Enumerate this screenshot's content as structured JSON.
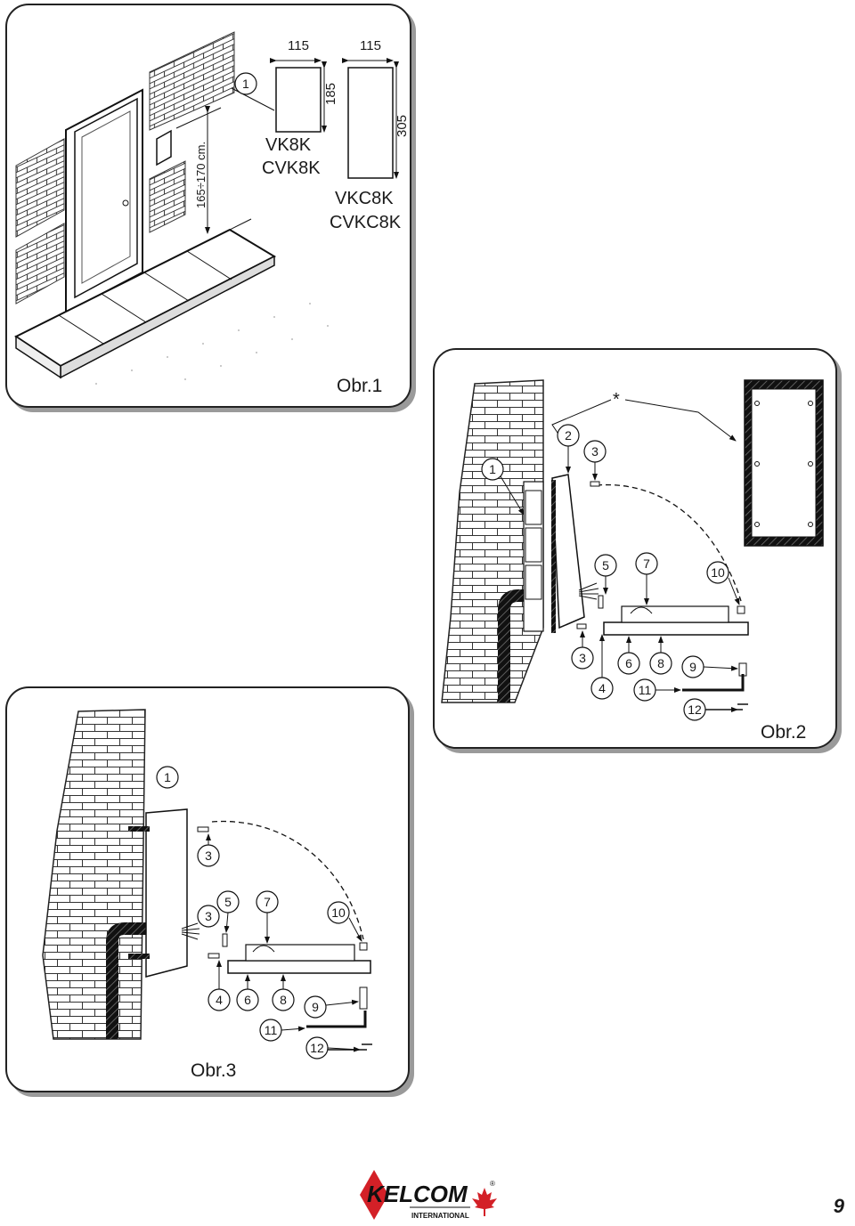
{
  "figure1": {
    "caption": "Obr.1",
    "callout": "1",
    "width_small": "115",
    "width_large": "115",
    "height_small": "185",
    "height_large": "305",
    "mount_height": "165÷170 cm.",
    "model_small_a": "VK8K",
    "model_small_b": "CVK8K",
    "model_large_a": "VKC8K",
    "model_large_b": "CVKC8K"
  },
  "figure2": {
    "caption": "Obr.2",
    "asterisk": "*",
    "callouts": [
      "1",
      "2",
      "3",
      "5",
      "7",
      "10",
      "3",
      "4",
      "6",
      "8",
      "9",
      "11",
      "12"
    ]
  },
  "figure3": {
    "caption": "Obr.3",
    "callouts": [
      "1",
      "3",
      "3",
      "5",
      "7",
      "10",
      "4",
      "6",
      "8",
      "9",
      "11",
      "12"
    ]
  },
  "logo": {
    "brand_a": "KEL",
    "brand_b": "COM",
    "sub": "INTERNATIONAL",
    "registered": "®",
    "brand_color": "#d32027"
  },
  "page_number": "9"
}
